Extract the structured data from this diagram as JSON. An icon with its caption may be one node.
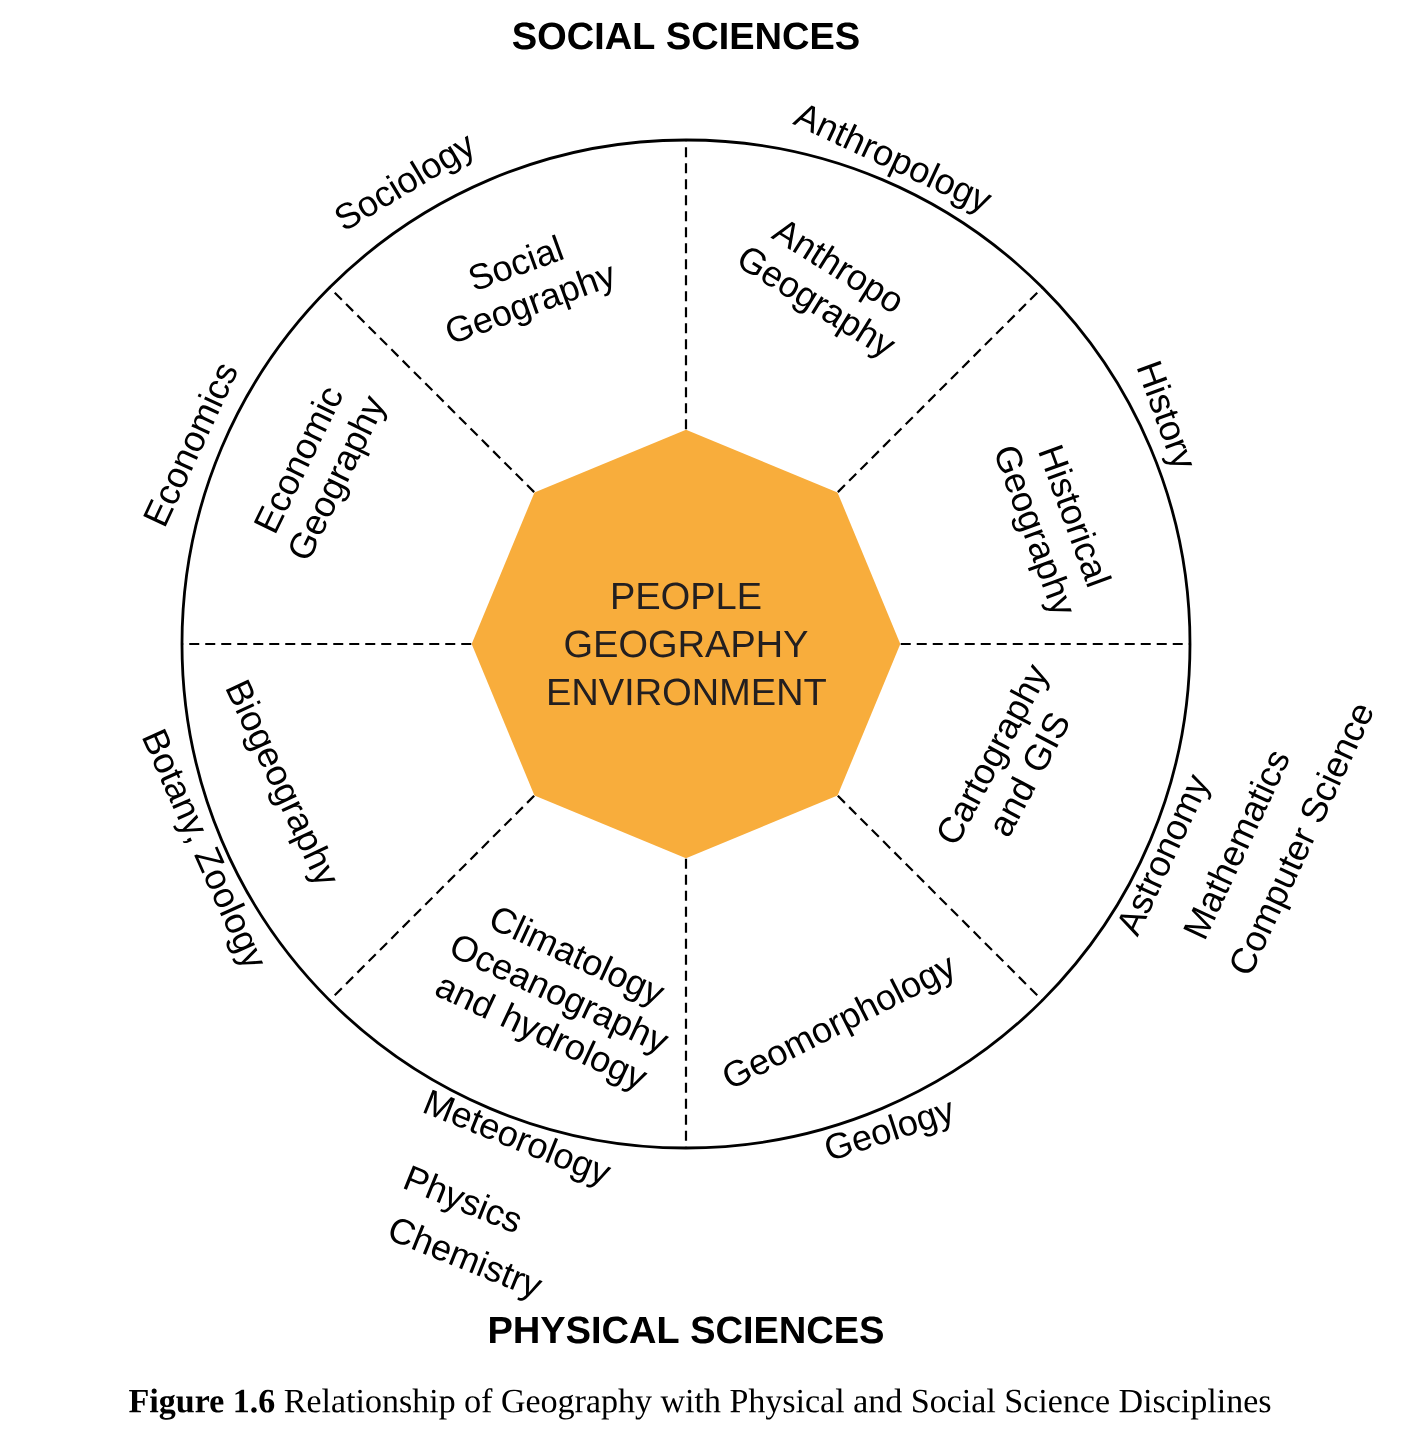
{
  "diagram": {
    "caption": "**Figure 1.6** Relationship of Geography with Physical and Social Science Disciplines",
    "nodes": [
      {
        "text": [
          "PEOPLE GEOGRAPHY ENVIRONMENT"
        ]
      }
    ],
    "labels": [
      "SOCIAL SCIENCES",
      "Sociology",
      "Anthropology",
      "Social Geography",
      "Anthropo Geography",
      "Economics",
      "History",
      "Economic Geography",
      "Historical Geography",
      "Biogeography",
      "Cartography and GIS",
      "Botany, Zoology",
      "Astronomy",
      "Mathematics",
      "Computer Science",
      "Climatology Oceanography and hydrology",
      "Geomorphology",
      "Geology",
      "Meteorology",
      "Physics",
      "Chemistry",
      "PHYSICAL SCIENCES"
    ]
  }
}
